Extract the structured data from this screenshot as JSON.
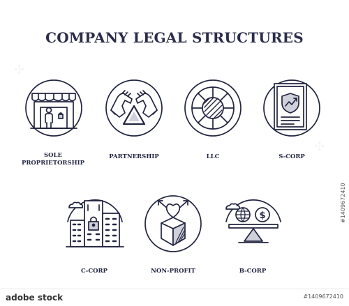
{
  "title": "COMPANY LEGAL STRUCTURES",
  "items": [
    {
      "label": "SOLE\nPROPRIETORSHIP",
      "icon": "storefront-person-icon"
    },
    {
      "label": "PARTNERSHIP",
      "icon": "handshake-triangle-icon"
    },
    {
      "label": "LLC",
      "icon": "segmented-circle-icon"
    },
    {
      "label": "S-CORP",
      "icon": "shield-document-icon"
    },
    {
      "label": "C-CORP",
      "icon": "secure-buildings-icon"
    },
    {
      "label": "NON-PROFIT",
      "icon": "heart-box-icon"
    },
    {
      "label": "B-CORP",
      "icon": "balanced-scale-icon"
    }
  ],
  "stock": {
    "logo": "adobe stock",
    "id": "#1409672410"
  },
  "colors": {
    "ink": "#222540",
    "shade": "#cfd1da"
  }
}
